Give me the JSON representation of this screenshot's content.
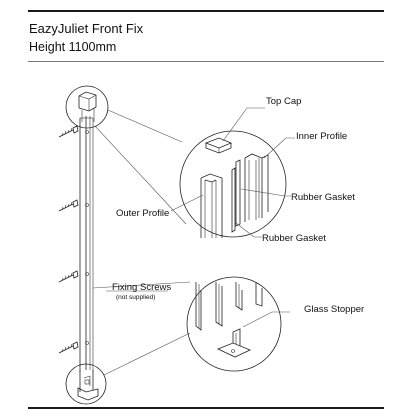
{
  "header": {
    "title": "EazyJuliet Front Fix",
    "subtitle": "Height 1100mm"
  },
  "labels": {
    "top_cap": "Top Cap",
    "inner_profile": "Inner Profile",
    "rubber_gasket_1": "Rubber Gasket",
    "outer_profile": "Outer Profile",
    "rubber_gasket_2": "Rubber Gasket",
    "fixing_screws": "Fixing Screws",
    "fixing_screws_note": "(not supplied)",
    "glass_stopper": "Glass Stopper"
  }
}
